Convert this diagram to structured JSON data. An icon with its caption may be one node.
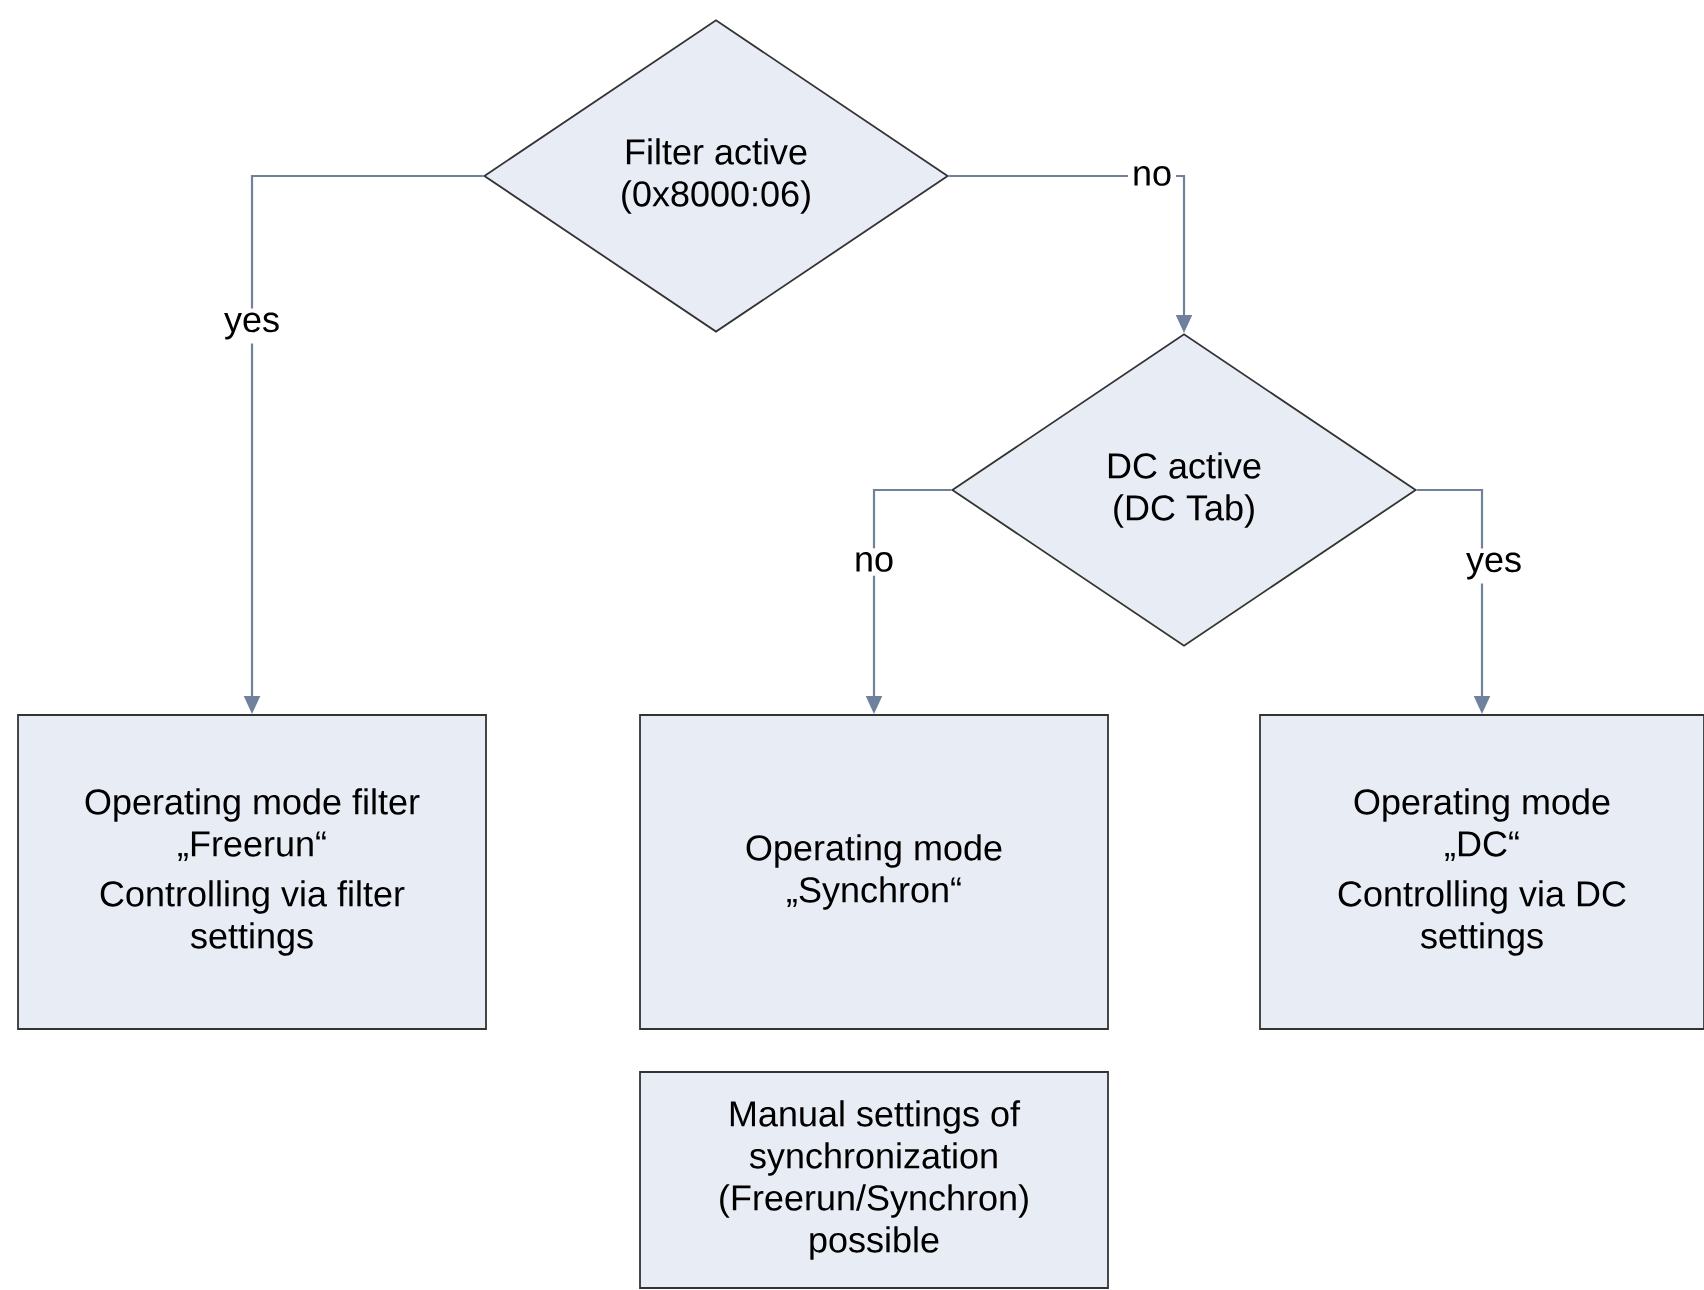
{
  "diagram": {
    "nodes": [
      {
        "text": [
          "Filter active (0x8000:06)"
        ]
      },
      {
        "text": [
          "DC active (DC Tab)"
        ]
      },
      {
        "text": [
          "Operating mode filter „Freerun“",
          "Controlling via filter settings"
        ]
      },
      {
        "text": [
          "Operating mode „Synchron“"
        ]
      },
      {
        "text": [
          "Operating mode „DC“",
          "Controlling via DC settings"
        ]
      },
      {
        "text": [
          "Manual settings of synchronization (Freerun/Synchron) possible"
        ]
      }
    ],
    "edges": [
      {
        "from": 0,
        "to": 2,
        "arrow": "to",
        "label": "yes"
      },
      {
        "from": 0,
        "to": 1,
        "arrow": "to",
        "label": "no"
      },
      {
        "from": 1,
        "to": 3,
        "arrow": "to",
        "label": "no"
      },
      {
        "from": 1,
        "to": 4,
        "arrow": "to",
        "label": "yes"
      }
    ]
  }
}
